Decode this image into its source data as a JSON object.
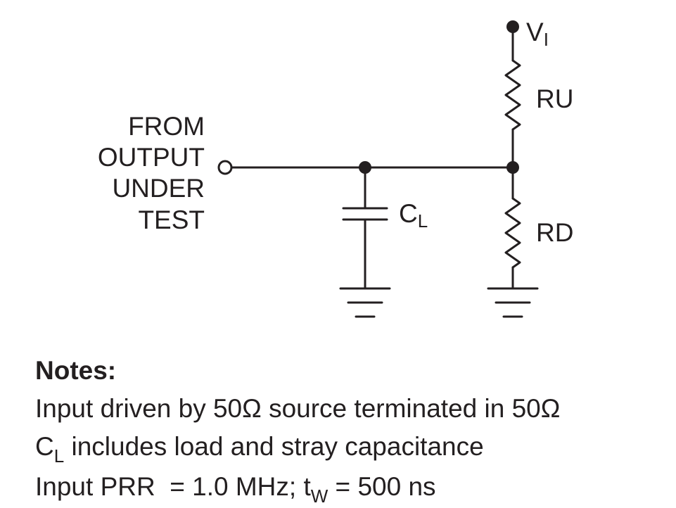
{
  "diagram": {
    "source_label_lines": [
      "FROM",
      "OUTPUT",
      "UNDER",
      "TEST"
    ],
    "supply": {
      "main": "V",
      "sub": "I"
    },
    "upper_resistor": "RU",
    "lower_resistor": "RD",
    "capacitor": {
      "main": "C",
      "sub": "L"
    }
  },
  "notes": {
    "title": "Notes:",
    "line1": "Input driven by 50Ω source terminated in 50Ω",
    "line2": {
      "main": "C",
      "sub": "L",
      "rest": " includes load and stray capacitance"
    },
    "line3": {
      "prefix": "Input PRR  = 1.0 MHz; t",
      "sub": "W",
      "suffix": " = 500 ns"
    }
  }
}
